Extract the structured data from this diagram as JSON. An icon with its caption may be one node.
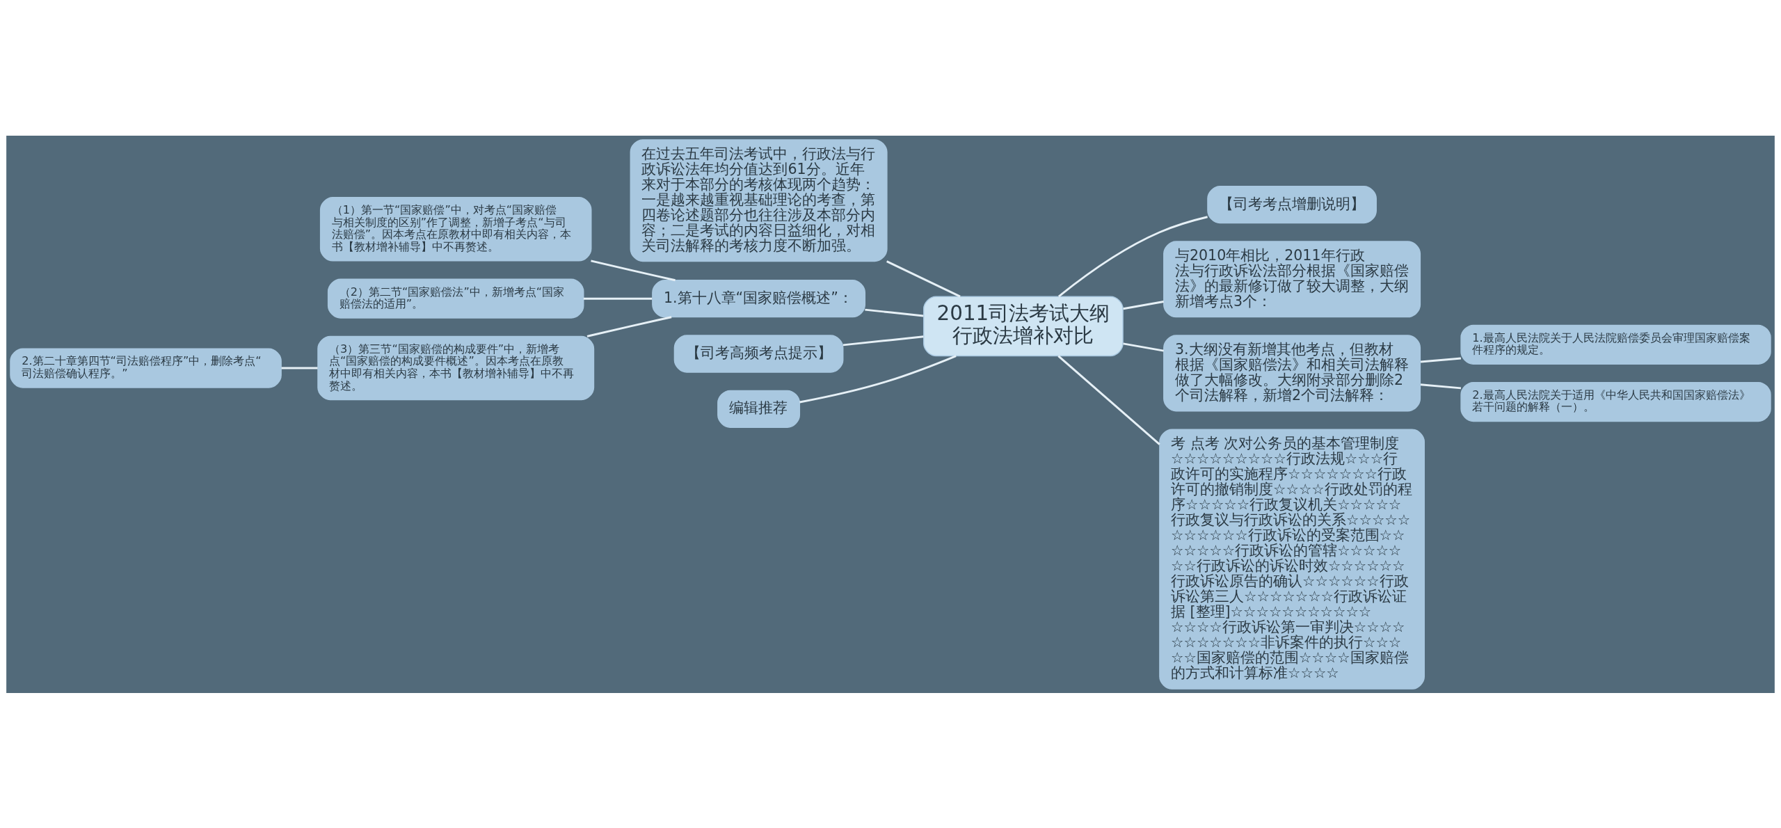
{
  "diagram": {
    "nodes": [
      {
        "text": [
          "2011司法考试大纲行政法增补对比"
        ]
      },
      {
        "text": [
          "在过去五年司法考试中，行政法与行政诉讼法年均分值达到61分。近年来对于本部分的考核体现两个趋势：一是越来越重视基础理论的考查，第四卷论述题部分也往往涉及本部分内容；二是考试的内容日益细化，对相关司法解释的考核力度不断加强。"
        ]
      },
      {
        "text": [
          "1.第十八章“国家赔偿概述”："
        ]
      },
      {
        "text": [
          "（1）第一节“国家赔偿”中，对考点“国家赔偿与相关制度的区别”作了调整，新增子考点“与司法赔偿”。因本考点在原教材中即有相关内容，本书【教材增补辅导】中不再赘述。"
        ]
      },
      {
        "text": [
          "（2）第二节“国家赔偿法”中，新增考点“国家赔偿法的适用”。"
        ]
      },
      {
        "text": [
          "（3）第三节“国家赔偿的构成要件”中，新增考点“国家赔偿的构成要件概述”。因本考点在原教材中即有相关内容，本书【教材增补辅导】中不再赘述。"
        ]
      },
      {
        "text": [
          "2.第二十章第四节“司法赔偿程序”中，删除考点“司法赔偿确认程序。”"
        ]
      },
      {
        "text": [
          "【司考高频考点提示】"
        ]
      },
      {
        "text": [
          "编辑推荐"
        ]
      },
      {
        "text": [
          "【司考考点增删说明】"
        ]
      },
      {
        "text": [
          "与2010年相比，2011年行政法与行政诉讼法部分根据《国家赔偿法》的最新修订做了较大调整，大纲新增考点3个："
        ]
      },
      {
        "text": [
          "3.大纲没有新增其他考点，但教材根据《国家赔偿法》和相关司法解释做了大幅修改。大纲附录部分删除2个司法解释，新增2个司法解释："
        ]
      },
      {
        "text": [
          "1.最高人民法院关于人民法院赔偿委员会审理国家赔偿案件程序的规定。"
        ]
      },
      {
        "text": [
          "2.最高人民法院关于适用《中华人民共和国国家赔偿法》若干问题的解释（一）。"
        ]
      },
      {
        "text": [
          "考 点考 次对公务员的基本管理制度☆☆☆☆☆☆☆☆☆行政法规☆☆☆行政许可的实施程序☆☆☆☆☆☆☆行政许可的撤销制度☆☆☆☆行政处罚的程序☆☆☆☆☆行政复议机关☆☆☆☆☆行政复议与行政诉讼的关系☆☆☆☆☆☆☆☆☆☆☆行政诉讼的受案范围☆☆☆☆☆☆☆行政诉讼的管辖☆☆☆☆☆☆☆行政诉讼的诉讼时效☆☆☆☆☆☆行政诉讼原告的确认☆☆☆☆☆☆行政诉讼第三人☆☆☆☆☆☆☆行政诉讼证据 [整理]☆☆☆☆☆☆☆☆☆☆☆☆☆☆☆行政诉讼第一审判决☆☆☆☆☆☆☆☆☆☆☆非诉案件的执行☆☆☆☆☆国家赔偿的范围☆☆☆☆国家赔偿的方式和计算标准☆☆☆☆"
        ]
      }
    ],
    "edges": [
      {
        "from": 0,
        "to": 1,
        "arrow": "none"
      },
      {
        "from": 0,
        "to": 2,
        "arrow": "none"
      },
      {
        "from": 2,
        "to": 3,
        "arrow": "none"
      },
      {
        "from": 2,
        "to": 4,
        "arrow": "none"
      },
      {
        "from": 2,
        "to": 5,
        "arrow": "none"
      },
      {
        "from": 5,
        "to": 6,
        "arrow": "none"
      },
      {
        "from": 0,
        "to": 7,
        "arrow": "none"
      },
      {
        "from": 0,
        "to": 8,
        "arrow": "none"
      },
      {
        "from": 0,
        "to": 9,
        "arrow": "none"
      },
      {
        "from": 0,
        "to": 10,
        "arrow": "none"
      },
      {
        "from": 0,
        "to": 11,
        "arrow": "none"
      },
      {
        "from": 11,
        "to": 12,
        "arrow": "none"
      },
      {
        "from": 11,
        "to": 13,
        "arrow": "none"
      },
      {
        "from": 0,
        "to": 14,
        "arrow": "none"
      }
    ]
  }
}
